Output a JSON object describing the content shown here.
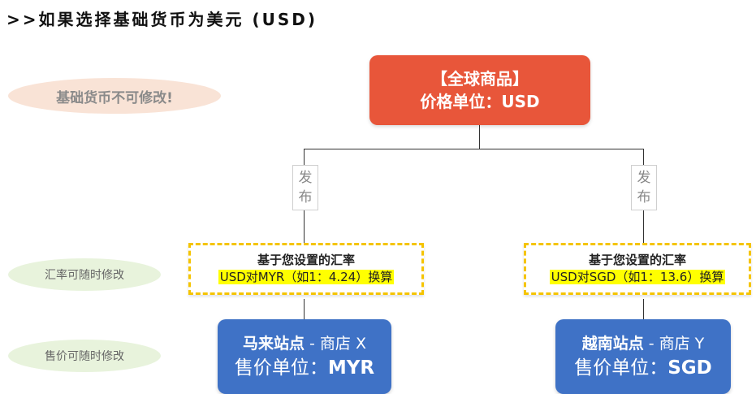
{
  "title": ">>如果选择基础货币为美元 (USD)",
  "side_notes": {
    "base_currency": "基础货币不可修改!",
    "rate_note": "汇率可随时修改",
    "price_note": "售价可随时修改"
  },
  "root": {
    "line1": "【全球商品】",
    "line2": "价格单位：USD"
  },
  "publish_tag": {
    "char1": "发",
    "char2": "布"
  },
  "branches": [
    {
      "rate_line1": "基于您设置的汇率",
      "rate_line2": "USD对MYR（如1：4.24）换算",
      "store_site": "马来站点",
      "store_name": " - 商店 X",
      "price_label": "售价单位：",
      "price_unit": "MYR"
    },
    {
      "rate_line1": "基于您设置的汇率",
      "rate_line2": "USD对SGD（如1：13.6）换算",
      "store_site": "越南站点",
      "store_name": " - 商店 Y",
      "price_label": "售价单位：",
      "price_unit": "SGD"
    }
  ],
  "colors": {
    "root": "#e8563a",
    "store": "#3f72c6",
    "dash": "#f5c400",
    "highlight": "#ffff00"
  }
}
